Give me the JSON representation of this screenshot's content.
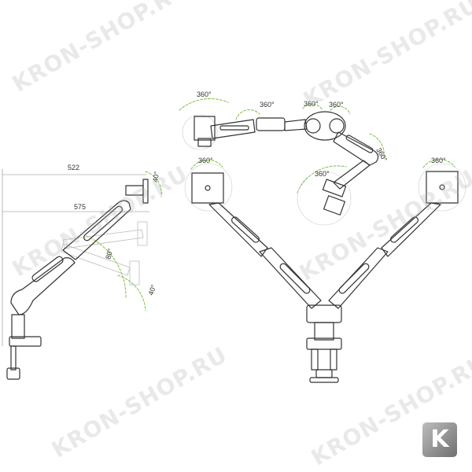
{
  "watermark": "KRON-SHOP.RU",
  "logo_letter": "K",
  "accent_color": "#7cc242",
  "line_color": "#333333",
  "dimensions": {
    "width_top": "522",
    "width_bottom": "575",
    "tilt_up": "40°",
    "tilt_mid": "80°",
    "tilt_down": "40°"
  },
  "rotations": {
    "r1": "360°",
    "r2": "360°",
    "r3": "360°",
    "r4": "360°",
    "r5": "360°",
    "r6": "360°",
    "r7": "360°",
    "r8": "360°"
  }
}
